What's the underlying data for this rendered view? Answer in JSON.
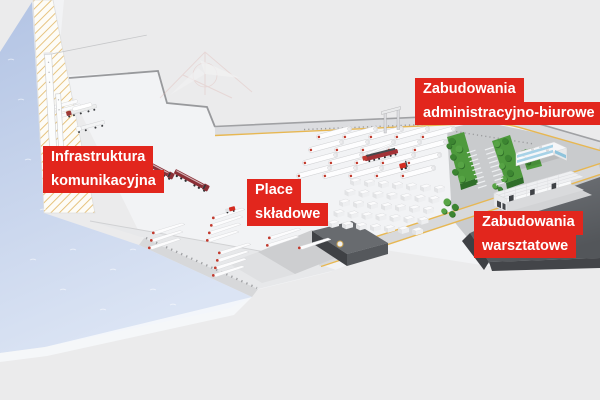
{
  "labels": {
    "infrastructure": {
      "line1": "Infrastruktura",
      "line2": "komunikacyjna"
    },
    "storage": {
      "line1": "Place",
      "line2": "składowe"
    },
    "admin": {
      "line1": "Zabudowania",
      "line2": "administracyjno-biurowe"
    },
    "workshop": {
      "line1": "Zabudowania",
      "line2": "warsztatowe"
    }
  },
  "colors": {
    "accent_red": "#e2261d",
    "label_text": "#ffffff",
    "background": "#ebebec",
    "terminal_surface": "#f2f3f5",
    "water_top": "#b3c4e4",
    "water_bottom": "#dbe4f4",
    "quay_hatch_stripe": "#e4bd72",
    "road_marking_yellow": "#e7b752",
    "pavement_gray": "#c9cbcd",
    "dark_structure": "#53565a",
    "vegetation_green": "#4e9a3d",
    "vehicle_maroon": "#8b2f36",
    "glass_blue": "#a7d2e7"
  }
}
